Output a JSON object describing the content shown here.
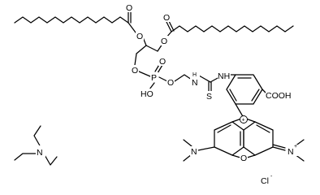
{
  "labels": {
    "o_acyl1": "O",
    "o_carbonyl1": "O",
    "o_carbonyl2": "O",
    "o_ester2": "O",
    "o_glycerol3": "O",
    "p": "P",
    "o_phosphate_bridge": "O",
    "ho_phosphate": "HO",
    "o_phosphate_double": "O",
    "o_ethanolamine": "O",
    "nh1": "N",
    "nh1_h": "H",
    "s": "S",
    "nh2": "NH",
    "cooh": "COOH",
    "plus": "+",
    "o_xanthene": "O",
    "n_left": "N",
    "n_right": "N",
    "n_right_plus": "+",
    "chloride": "Cl",
    "chloride_minus": "-",
    "n_triethylamine": "N"
  }
}
